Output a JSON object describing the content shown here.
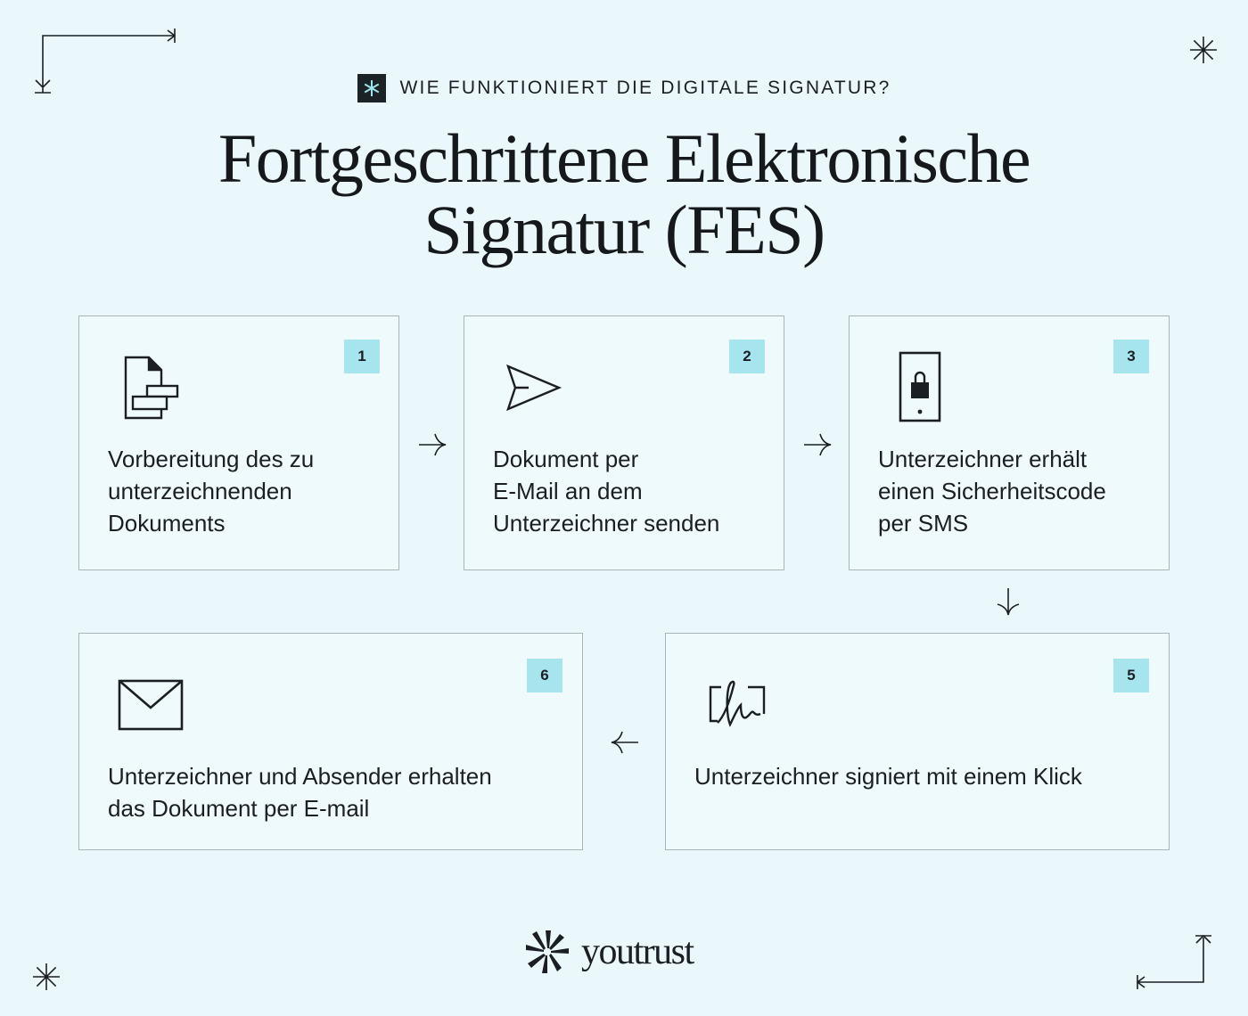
{
  "header": {
    "eyebrow_icon": "asterisk-icon",
    "eyebrow": "WIE FUNKTIONIERT DIE DIGITALE SIGNATUR?",
    "title_line1": "Fortgeschrittene Elektronische",
    "title_line2": "Signatur (FES)"
  },
  "steps": [
    {
      "number": "1",
      "icon": "document-icon",
      "lines": [
        "Vorbereitung des zu",
        "unterzeichnenden",
        "Dokuments"
      ]
    },
    {
      "number": "2",
      "icon": "send-icon",
      "lines": [
        "Dokument per",
        "E-Mail an dem",
        "Unterzeichner senden"
      ]
    },
    {
      "number": "3",
      "icon": "phone-lock-icon",
      "lines": [
        "Unterzeichner erhält",
        "einen Sicherheitscode",
        "per SMS"
      ]
    },
    {
      "number": "5",
      "icon": "signature-icon",
      "lines": [
        "Unterzeichner signiert mit einem Klick"
      ]
    },
    {
      "number": "6",
      "icon": "envelope-icon",
      "lines": [
        "Unterzeichner und Absender erhalten",
        "das Dokument per E-mail"
      ]
    }
  ],
  "footer": {
    "logo_icon": "youtrust-logo-icon",
    "logo_text": "youtrust"
  },
  "colors": {
    "background": "#ebf8fb",
    "accent": "#a6e5ee",
    "ink": "#1b1f23"
  }
}
